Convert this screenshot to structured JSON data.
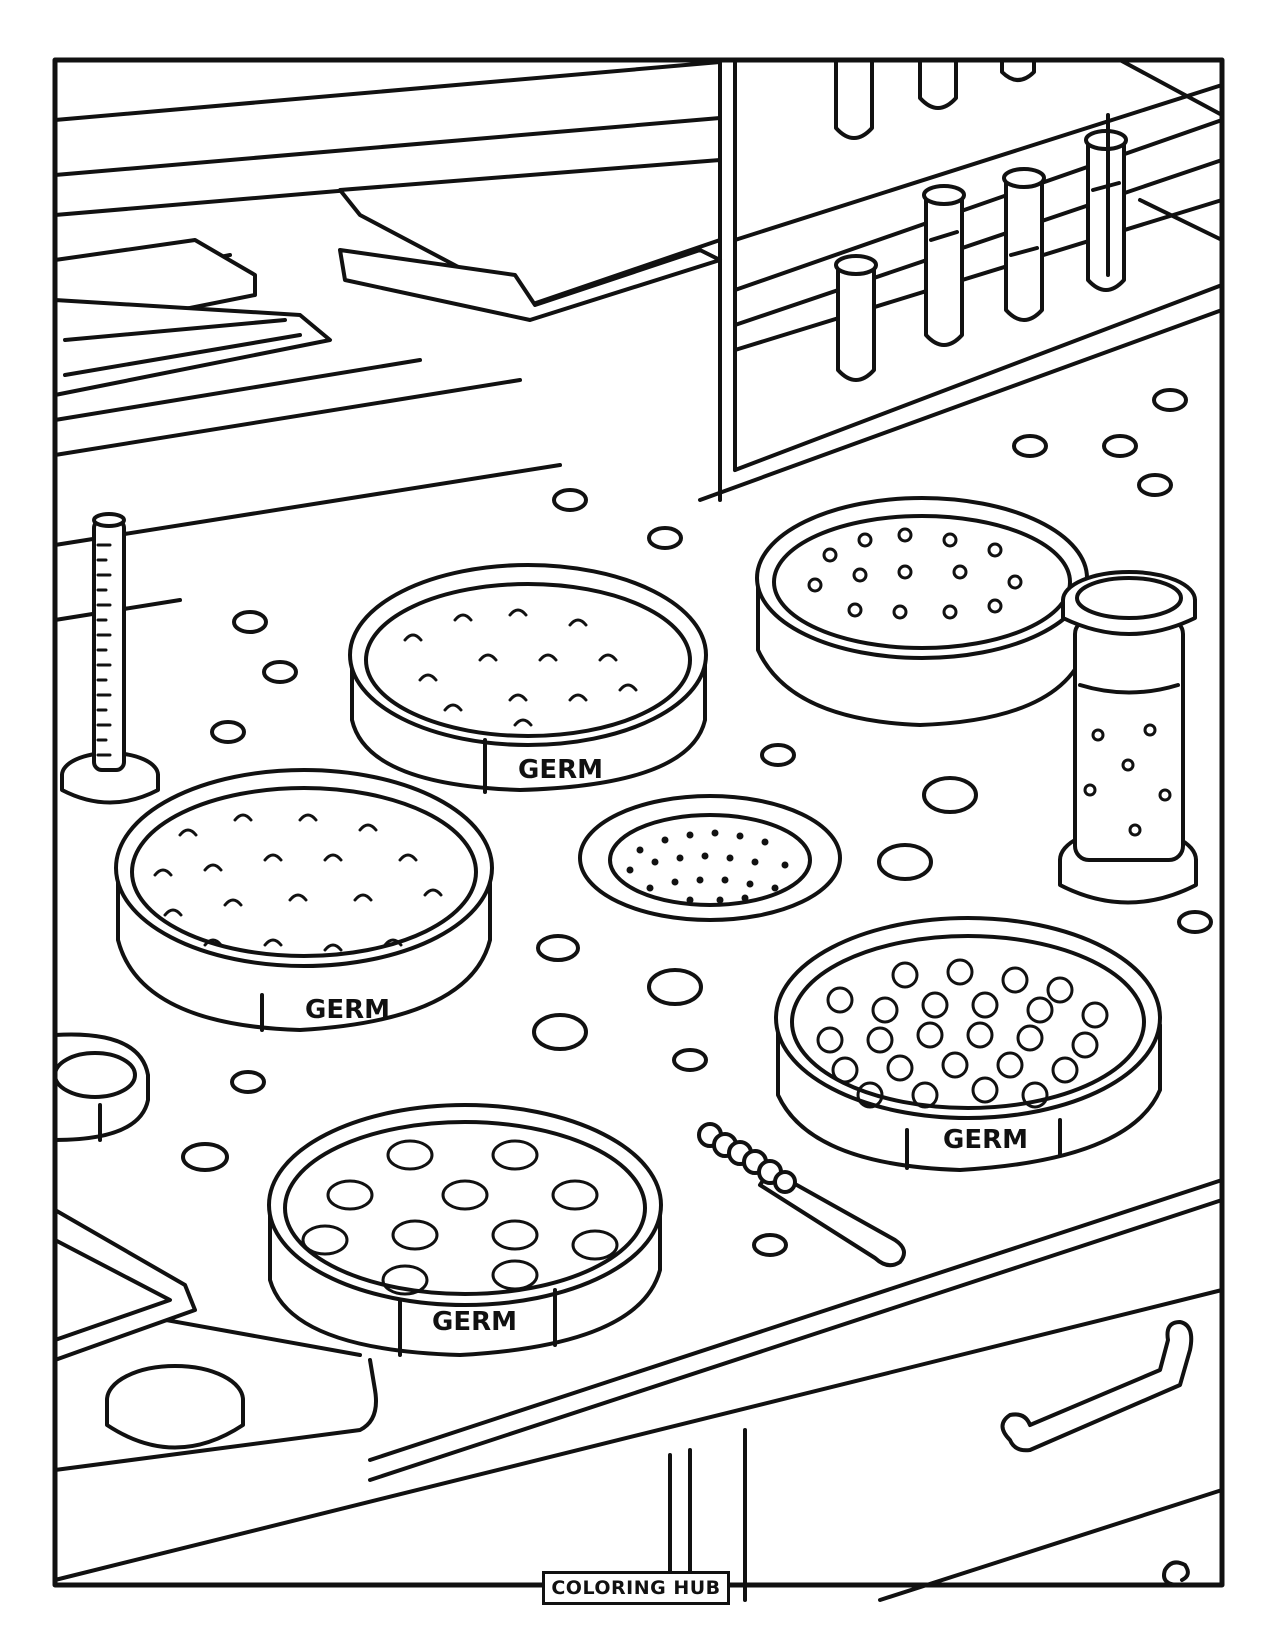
{
  "dish_labels": [
    "GERM",
    "GERM",
    "GERM",
    "GERM"
  ],
  "brand": "COLORING HUB",
  "colors": {
    "ink": "#111111",
    "paper": "#ffffff"
  }
}
